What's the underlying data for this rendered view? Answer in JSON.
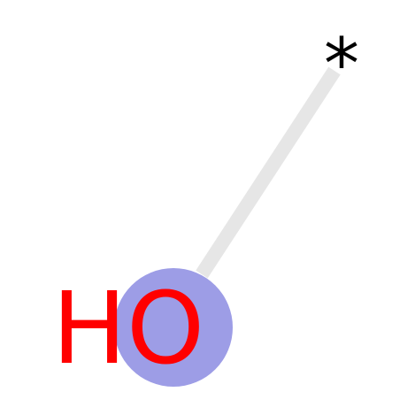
{
  "molecule": {
    "atoms": [
      {
        "id": "attachment-point",
        "label": "*",
        "color": "#000000"
      },
      {
        "id": "oxygen",
        "label": "HO",
        "color": "#ff0000",
        "highlight_color": "#9d9de6"
      }
    ],
    "bonds": [
      {
        "from": "attachment-point",
        "to": "oxygen",
        "order": 1,
        "color": "#e6e6e6"
      }
    ]
  }
}
